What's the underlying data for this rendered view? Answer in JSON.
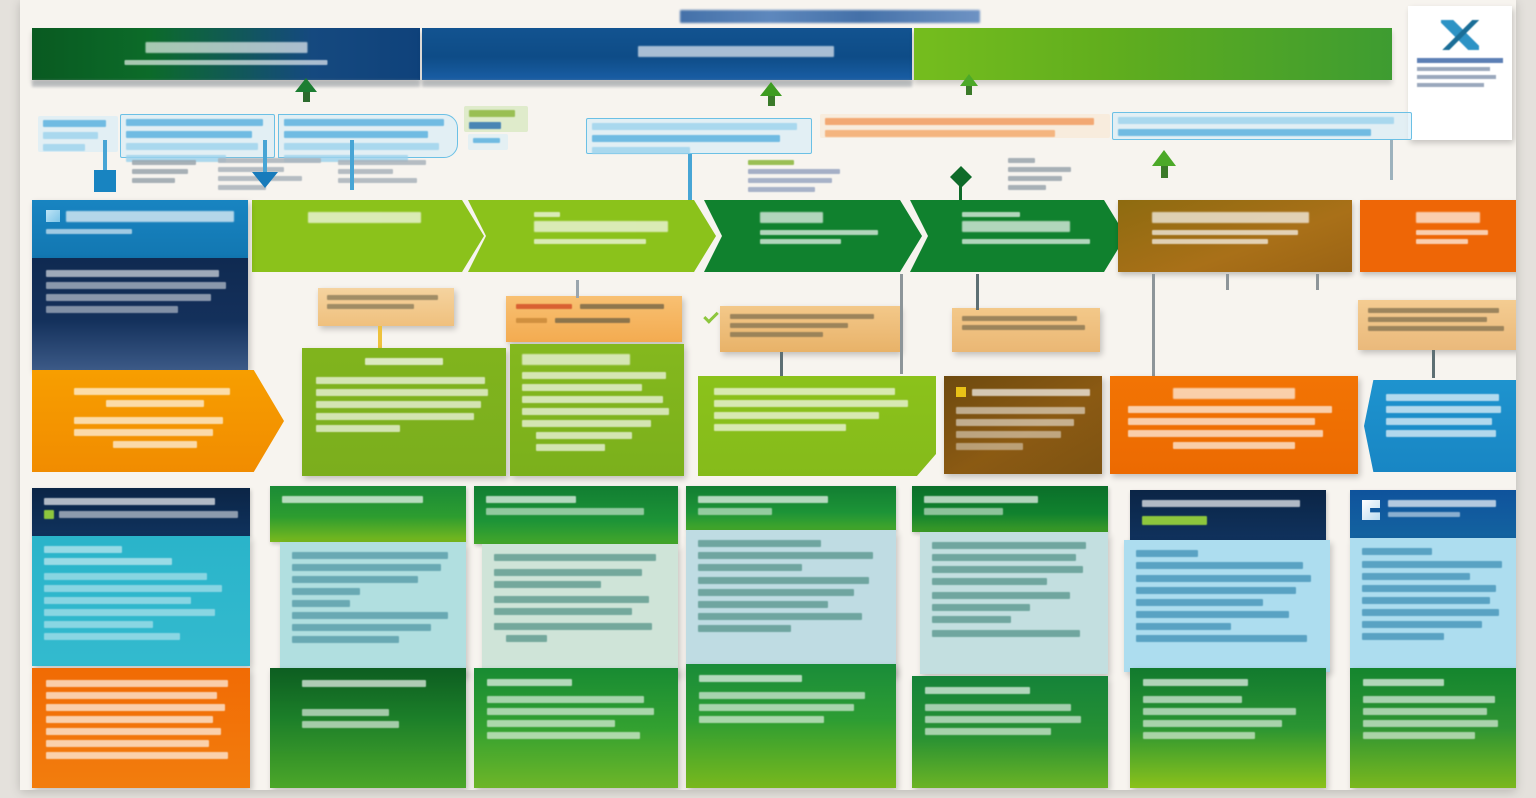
{
  "poster": {
    "title": "Proposed Sustainability Framework",
    "background_color": "#f7f4ef",
    "frame_color": "#e4e1dc"
  },
  "top_banners": [
    {
      "id": "banner-1",
      "label": "SUSTAINABILITY STRATEGY",
      "sublabel": "Governance & Oversight",
      "color_start": "#0a5a22",
      "color_end": "#10427a"
    },
    {
      "id": "banner-2",
      "label": "MATERIALITY",
      "sublabel": "",
      "color_start": "#13538f",
      "color_end": "#1a5ea3"
    },
    {
      "id": "banner-3",
      "label": "",
      "sublabel": "",
      "color_start": "#76bc21",
      "color_end": "#3f9b33"
    }
  ],
  "doc_thumbnail": {
    "logo_name": "company-logo",
    "title_line": "Annual Report",
    "body_lines": [
      "",
      "",
      "",
      ""
    ]
  },
  "connectors": [
    {
      "id": "conn-1",
      "lines": [
        "",
        "",
        ""
      ],
      "accent": "#49a5d4"
    },
    {
      "id": "conn-2",
      "lines": [
        "",
        "",
        "",
        ""
      ],
      "accent": "#49a5d4"
    },
    {
      "id": "conn-3",
      "lines": [
        "",
        "",
        "",
        ""
      ],
      "accent": "#49a5d4"
    },
    {
      "id": "conn-4",
      "lines": [
        "",
        "",
        ""
      ],
      "accent": "#49a5d4"
    },
    {
      "id": "conn-5",
      "lines": [
        "",
        "",
        ""
      ],
      "accent": "#e8a33d"
    },
    {
      "id": "conn-6",
      "lines": [
        "",
        "",
        ""
      ],
      "accent": "#49a5d4"
    },
    {
      "id": "conn-7",
      "lines": [
        "",
        "",
        ""
      ],
      "accent": "#8fb0c4"
    },
    {
      "id": "conn-8",
      "lines": [
        "",
        "",
        ""
      ],
      "accent": "#8fb0c4"
    }
  ],
  "process_band": [
    {
      "id": "step-1",
      "label": "Materiality",
      "color": "#8cc21e",
      "type": "chevron"
    },
    {
      "id": "step-2",
      "label": "Stakeholder Engagement",
      "color": "#8cc21e",
      "type": "chevron"
    },
    {
      "id": "step-3",
      "label": "Targets",
      "sublabel": "Science Based Targets",
      "color": "#12802f",
      "type": "chevron"
    },
    {
      "id": "step-4",
      "label": "Performance",
      "sublabel": "Data & Disclosure",
      "color": "#12802f",
      "type": "chevron"
    },
    {
      "id": "step-5",
      "label": "Reporting & Communications",
      "color": "#a0681a",
      "type": "flat"
    },
    {
      "id": "step-6",
      "label": "Assurance",
      "color": "#ec6608",
      "type": "flat"
    }
  ],
  "left_column": {
    "header": {
      "label": "Sustainability Governance",
      "sublabel": "Board Oversight",
      "color": "#1a84bf"
    },
    "body": {
      "lines": [
        "",
        "",
        "",
        ""
      ],
      "color": "#0f2a50"
    },
    "arrow_card": {
      "lines": [
        "",
        "",
        "",
        "",
        ""
      ],
      "color": "#f09100"
    }
  },
  "callouts": [
    {
      "id": "callout-1",
      "lines": [
        "",
        ""
      ],
      "color": "#f3c98b"
    },
    {
      "id": "callout-2",
      "lines": [
        "",
        "",
        ""
      ],
      "color": "#f5b963"
    },
    {
      "id": "callout-3",
      "lines": [
        "",
        ""
      ],
      "color": "#f0c077",
      "has_tick": true
    },
    {
      "id": "callout-4",
      "lines": [
        "",
        ""
      ],
      "color": "#f0c077"
    },
    {
      "id": "callout-5",
      "lines": [
        "",
        "",
        ""
      ],
      "color": "#f2c88a"
    }
  ],
  "mid_panels": [
    {
      "id": "panel-1",
      "heading": "Approach",
      "lines": [
        "",
        "",
        "",
        "",
        "",
        ""
      ],
      "color": "#7cb021"
    },
    {
      "id": "panel-2",
      "heading": "Key Focus Areas",
      "lines": [
        "",
        "",
        "",
        "",
        "",
        "",
        ""
      ],
      "color": "#7cb31f"
    },
    {
      "id": "panel-3",
      "lines": [
        "",
        "",
        "",
        ""
      ],
      "color": "#8cc21e"
    },
    {
      "id": "panel-4",
      "heading": "Materiality",
      "lines": [
        "",
        "",
        "",
        ""
      ],
      "color": "#8a5a14"
    },
    {
      "id": "panel-5",
      "heading": "Social Effectiveness",
      "lines": [
        "",
        "",
        "",
        ""
      ],
      "color": "#ee7203"
    },
    {
      "id": "panel-6",
      "lines": [
        "",
        "",
        "",
        ""
      ],
      "color": "#1a8fc9"
    }
  ],
  "grid_cards": [
    {
      "id": "card-1",
      "header_label": "Governance Framework",
      "header_style": "hd-navy",
      "body_style": "teal",
      "lines": [
        "",
        "",
        "",
        "",
        "",
        "",
        "",
        ""
      ]
    },
    {
      "id": "card-2",
      "header_label": "Climate Strategy",
      "header_style": "hd-green",
      "body_style": "teal",
      "lines": [
        "",
        "",
        "",
        "",
        "",
        "",
        ""
      ]
    },
    {
      "id": "card-3",
      "header_label": "Resources",
      "header_style": "hd-green2",
      "body_style": "mint",
      "lines": [
        "",
        "",
        "",
        "",
        "",
        "",
        ""
      ]
    },
    {
      "id": "card-4",
      "header_label": "Circular Economy",
      "header_style": "hd-green2",
      "body_style": "mint",
      "lines": [
        "",
        "",
        "",
        "",
        "",
        "",
        ""
      ]
    },
    {
      "id": "card-5",
      "header_label": "Human Rights",
      "header_style": "hd-dgreen",
      "body_style": "mint",
      "lines": [
        "",
        "",
        "",
        "",
        "",
        "",
        "",
        ""
      ]
    },
    {
      "id": "card-6",
      "header_label": "Social Performance",
      "header_style": "hd-navy",
      "body_style": "ltblue",
      "lines": [
        "",
        "",
        "",
        "",
        "",
        "",
        "",
        ""
      ]
    },
    {
      "id": "card-7",
      "header_label": "Stakeholders",
      "header_style": "hd-blue",
      "body_style": "ltblue",
      "lines": [
        "",
        "",
        "",
        "",
        "",
        "",
        "",
        ""
      ]
    }
  ],
  "bottom_cards": [
    {
      "id": "bcard-1",
      "lines": [
        "",
        "",
        "",
        "",
        "",
        ""
      ],
      "color": "#ea6a08"
    },
    {
      "id": "bcard-2",
      "header_label": "Next Steps",
      "lines": [
        "",
        ""
      ],
      "color": "#14742b"
    },
    {
      "id": "bcard-3",
      "header_label": "Targets",
      "lines": [
        "",
        "",
        "",
        ""
      ],
      "color": "#1a8a33"
    },
    {
      "id": "bcard-4",
      "header_label": "Reporting",
      "lines": [
        "",
        "",
        ""
      ],
      "color": "#1e8f36"
    },
    {
      "id": "bcard-5",
      "header_label": "Assurance",
      "lines": [
        "",
        "",
        ""
      ],
      "color": "#1b8b33"
    },
    {
      "id": "bcard-6",
      "header_label": "Roadmap",
      "lines": [
        "",
        "",
        "",
        ""
      ],
      "color": "#17823a"
    },
    {
      "id": "bcard-7",
      "header_label": "Disclosure",
      "lines": [
        "",
        "",
        "",
        ""
      ],
      "color": "#1b8c31"
    }
  ]
}
